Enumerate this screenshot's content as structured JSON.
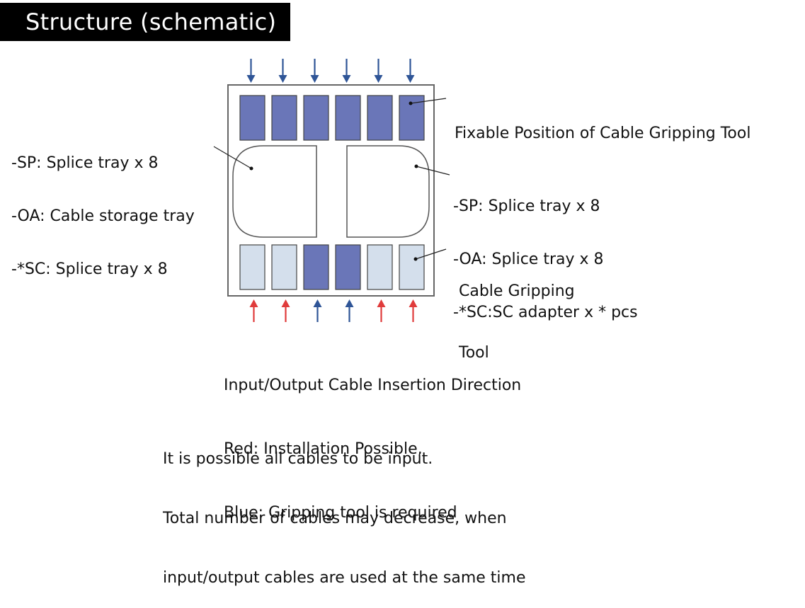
{
  "header": {
    "title": "Structure (schematic)"
  },
  "labels": {
    "fixable_position": "Fixable Position of Cable Gripping Tool",
    "left_tray": [
      "-SP: Splice tray x 8",
      "-OA: Cable storage tray",
      "-*SC: Splice tray x 8"
    ],
    "right_tray": [
      "-SP: Splice tray x 8",
      "-OA: Splice tray x 8",
      "-*SC:SC adapter x * pcs"
    ],
    "gripping_tool": [
      "Cable Gripping",
      "Tool"
    ],
    "direction": [
      "Input/Output Cable Insertion Direction",
      "Red: Installation Possible,",
      "Blue: Gripping tool is required"
    ],
    "note": [
      "It is possible all cables to be input.",
      "Total number of cables may decrease, when",
      "input/output cables are used at the same time"
    ]
  },
  "diagram": {
    "top_arrows": [
      "blue",
      "blue",
      "blue",
      "blue",
      "blue",
      "blue"
    ],
    "top_slots": [
      "dark",
      "dark",
      "dark",
      "dark",
      "dark",
      "dark"
    ],
    "bottom_slots": [
      "light",
      "light",
      "dark",
      "dark",
      "light",
      "light"
    ],
    "bottom_arrows": [
      "red",
      "red",
      "blue",
      "blue",
      "red",
      "red"
    ],
    "colors": {
      "dark": "#6a76b8",
      "light": "#d4dfec",
      "blue": "#2f5597",
      "red": "#e03c3c",
      "outline": "#444444"
    }
  }
}
